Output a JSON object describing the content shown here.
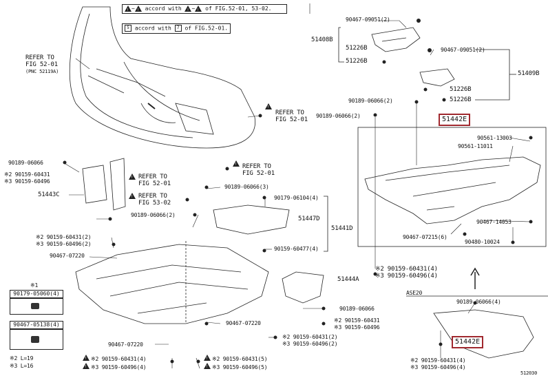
{
  "notes": {
    "note1": "accord with",
    "note1b": "of FIG.52-01, 53-02.",
    "note2": "accord with",
    "note2b": "of FIG.52-01."
  },
  "labels": {
    "refer_top": "REFER TO",
    "fig_top": "FIG 52-01",
    "fig_top_sub": "(PNC 52119A)",
    "refer_mid": "REFER TO",
    "fig_mid": "FIG 52-01",
    "refer_b1": "REFER TO",
    "fig_b1": "FIG 52-01",
    "refer_b2": "REFER TO",
    "fig_b2": "FIG 52-01",
    "refer_b3": "REFER TO",
    "fig_b3": "FIG 53-02",
    "p90467_09051_a": "90467-09051(2)",
    "p51408b": "51408B",
    "p51226b_a": "51226B",
    "p51226b_b": "51226B",
    "p90467_09051_b": "90467-09051(2)",
    "p51409b": "51409B",
    "p51226b_c": "51226B",
    "p51226b_d": "51226B",
    "p90189_06066_2a": "90189-06066(2)",
    "p90189_06066_2b": "90189-06066(2)",
    "p51442e_top": "51442E",
    "p90561_13003": "90561-13003",
    "p90561_11011": "90561-11011",
    "p90467_14053": "90467-14053",
    "p90467_07215": "90467-07215(6)",
    "p90480_10024": "90480-10024",
    "p90189_06066_l": "90189-06066",
    "p90159_60431_l": "※2 90159-60431",
    "p90159_60496_l": "※3 90159-60496",
    "p51443c": "51443C",
    "p90189_06066_3": "90189-06066(3)",
    "p90179_06104": "90179-06104(4)",
    "p51447d": "51447D",
    "p51441d": "51441D",
    "p90189_06066_2c": "90189-06066(2)",
    "p90159_60477": "90159-60477(4)",
    "p90159_60431_2": "※2 90159-60431(2)",
    "p90159_60496_2": "※3 90159-60496(2)",
    "p90467_07220_a": "90467-07220",
    "p51444a": "51444A",
    "p90189_06066_r": "90189-06066",
    "p90159_60431_r": "※2 90159-60431",
    "p90159_60496_r": "※3 90159-60496",
    "p90467_07220_b": "90467-07220",
    "p90159_60431_2b": "※2 90159-60431(2)",
    "p90159_60496_2b": "※3 90159-60496(2)",
    "p90467_07220_c": "90467-07220",
    "p90159_60431_4a": "※2 90159-60431(4)",
    "p90159_60496_4a": "※3 90159-60496(4)",
    "p90159_60431_5": "※2 90159-60431(5)",
    "p90159_60496_5": "※3 90159-60496(5)",
    "p90159_60431_4b": "※2 90159-60431(4)",
    "p90159_60496_4b": "※3 90159-60496(4)",
    "ase20": "ASE20",
    "p90189_06066_4": "90189-06066(4)",
    "p51442e_bot": "51442E",
    "p90159_60431_4c": "※2 90159-60431(4)",
    "p90159_60496_4c": "※3 90159-60496(4)",
    "fig_no": "512030"
  },
  "legend": {
    "head1": "※1",
    "part1": "90179-05060(4)",
    "part2": "90467-05138(4)",
    "note2": "※2  L=19",
    "note3": "※3  L=16"
  },
  "colors": {
    "highlight": "#a0282e",
    "line": "#222222"
  }
}
